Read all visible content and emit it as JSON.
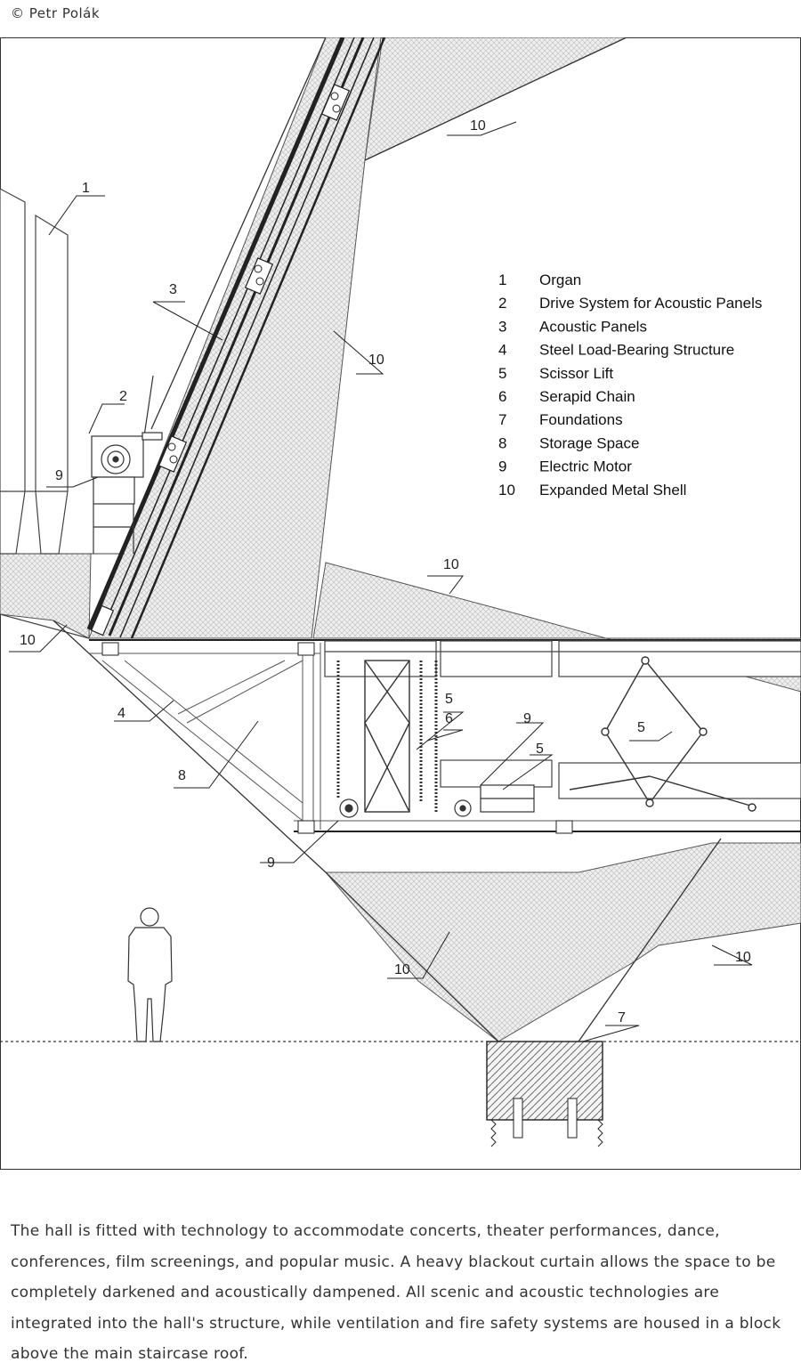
{
  "credit": "© Petr Polák",
  "legend": [
    {
      "num": "1",
      "label": "Organ"
    },
    {
      "num": "2",
      "label": "Drive System for Acoustic Panels"
    },
    {
      "num": "3",
      "label": "Acoustic Panels"
    },
    {
      "num": "4",
      "label": "Steel Load-Bearing Structure"
    },
    {
      "num": "5",
      "label": "Scissor Lift"
    },
    {
      "num": "6",
      "label": "Serapid Chain"
    },
    {
      "num": "7",
      "label": "Foundations"
    },
    {
      "num": "8",
      "label": "Storage Space"
    },
    {
      "num": "9",
      "label": "Electric Motor"
    },
    {
      "num": "10",
      "label": "Expanded Metal Shell"
    }
  ],
  "callouts": {
    "organ": "1",
    "drive": "2",
    "panels": "3",
    "steel": "4",
    "lift_a": "5",
    "lift_b": "5",
    "lift_c": "5",
    "chain": "6",
    "foundation": "7",
    "storage": "8",
    "motor_a": "9",
    "motor_b": "9",
    "motor_c": "9",
    "shell_top": "10",
    "shell_mid": "10",
    "shell_roof": "10",
    "shell_left": "10",
    "shell_bottom": "10",
    "shell_right": "10"
  },
  "caption": " The hall is fitted with technology to accommodate concerts, theater performances, dance, conferences, film screenings, and popular music. A heavy blackout curtain allows the space to be completely darkened and acoustically dampened. All scenic and acoustic technologies are integrated into the hall's structure, while ventilation and fire safety systems are housed in a block above the main staircase roof."
}
